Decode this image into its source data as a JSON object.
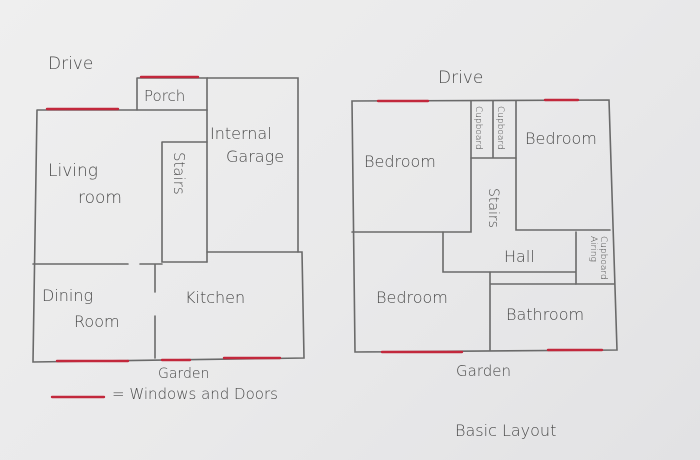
{
  "ground_floor": {
    "drive": "Drive",
    "porch": "Porch",
    "internal_garage_line1": "Internal",
    "internal_garage_line2": "Garage",
    "living_room_line1": "Living",
    "living_room_line2": "room",
    "stairs": "Stairs",
    "dining_room_line1": "Dining",
    "dining_room_line2": "Room",
    "kitchen": "Kitchen",
    "garden": "Garden"
  },
  "first_floor": {
    "drive": "Drive",
    "bedroom_left": "Bedroom",
    "cupboard_1": "Cupboard",
    "cupboard_2": "Cupboard",
    "bedroom_right": "Bedroom",
    "stairs": "Stairs",
    "hall": "Hall",
    "airing_cupboard_line1": "Airing",
    "airing_cupboard_line2": "Cupboard",
    "bedroom_bottom": "Bedroom",
    "bathroom": "Bathroom",
    "garden": "Garden"
  },
  "legend": {
    "label": "= Windows and Doors"
  },
  "footer": {
    "caption": "Basic Layout"
  },
  "colors": {
    "window_door": "#c2283c",
    "wall": "#6a6a6a"
  }
}
